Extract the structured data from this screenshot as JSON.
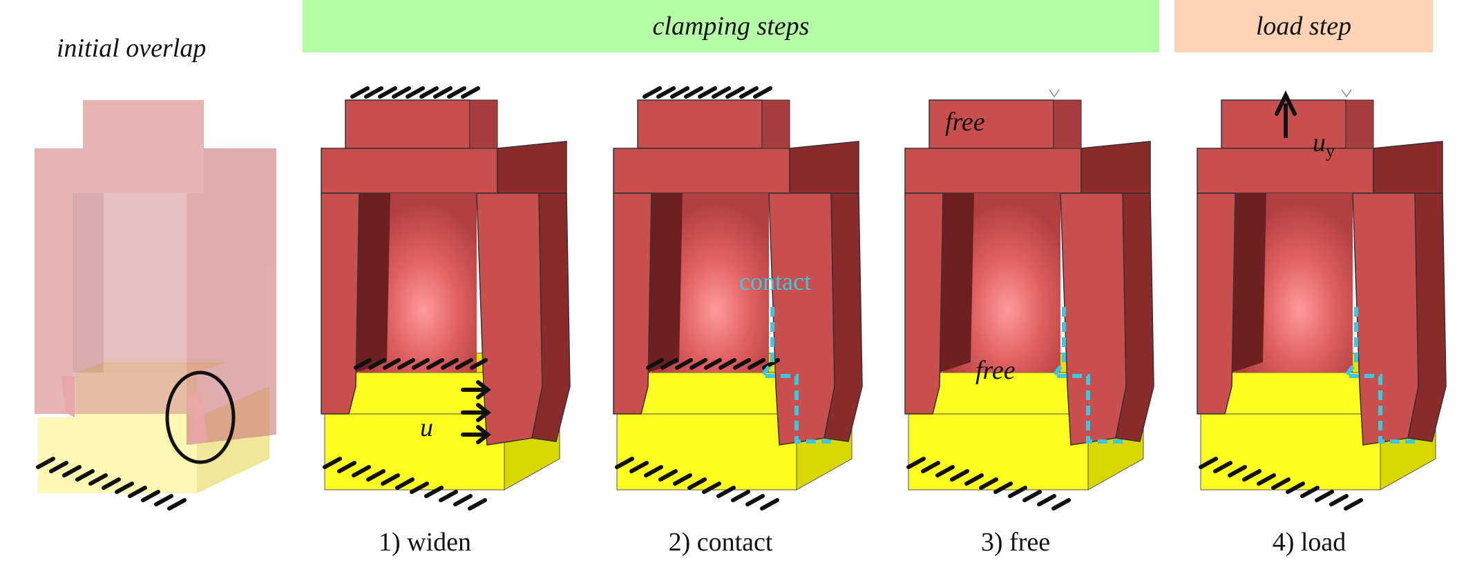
{
  "headers": {
    "initial_overlap": "initial overlap",
    "clamping_steps": "clamping steps",
    "load_step": "load step"
  },
  "captions": {
    "widen": "1) widen",
    "contact": "2) contact",
    "free": "3) free",
    "load": "4) load"
  },
  "labels": {
    "u": "u",
    "contact": "contact",
    "free_top": "free",
    "free_interface": "free",
    "u_y": "u",
    "u_y_subscript": "y"
  },
  "colors": {
    "clamping_banner": "#b6ffa8",
    "load_banner": "#ffd3b5",
    "clamp_body": "#c94e4e",
    "clamp_dark": "#6e2020",
    "clamp_side": "#8a2a2a",
    "specimen": "#ffff22",
    "specimen_side": "#d8d800",
    "contact_line": "#3ec8e0",
    "initial_clamp": "#e8a6a6",
    "initial_specimen": "#fcf59a"
  }
}
